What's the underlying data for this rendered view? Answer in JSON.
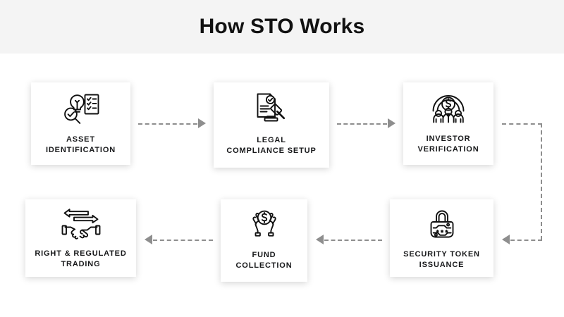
{
  "header": {
    "title": "How STO Works",
    "band_color": "#f4f4f4"
  },
  "theme": {
    "page_background": "#ffffff",
    "card_background": "#ffffff",
    "text_color": "#17181a",
    "connector_color": "#8e8e8e"
  },
  "diagram": {
    "type": "process-flow",
    "steps": [
      {
        "index": 1,
        "label": "ASSET\nIDENTIFICATION",
        "icon": "lightbulb-magnifier-checklist-icon",
        "row": "top"
      },
      {
        "index": 2,
        "label": "LEGAL\nCOMPLIANCE SETUP",
        "icon": "document-gavel-icon",
        "row": "top"
      },
      {
        "index": 3,
        "label": "INVESTOR\nVERIFICATION",
        "icon": "people-dollar-coin-icon",
        "row": "top"
      },
      {
        "index": 4,
        "label": "SECURITY TOKEN\nISSUANCE",
        "icon": "padlock-circuit-stars-icon",
        "row": "bottom"
      },
      {
        "index": 5,
        "label": "FUND\nCOLLECTION",
        "icon": "hands-holding-dollar-coin-icon",
        "row": "bottom"
      },
      {
        "index": 6,
        "label": "RIGHT & REGULATED\nTRADING",
        "icon": "handshake-exchange-arrows-icon",
        "row": "bottom"
      }
    ],
    "connectors": [
      {
        "id": 1,
        "from": 1,
        "to": 2,
        "style": "dashed",
        "direction": "right"
      },
      {
        "id": 2,
        "from": 2,
        "to": 3,
        "style": "dashed",
        "direction": "right"
      },
      {
        "id": 3,
        "from": 3,
        "to": 4,
        "style": "dashed",
        "direction": "wrap-down-left"
      },
      {
        "id": 4,
        "from": 4,
        "to": 5,
        "style": "dashed",
        "direction": "left"
      },
      {
        "id": 5,
        "from": 5,
        "to": 6,
        "style": "dashed",
        "direction": "left"
      }
    ]
  }
}
